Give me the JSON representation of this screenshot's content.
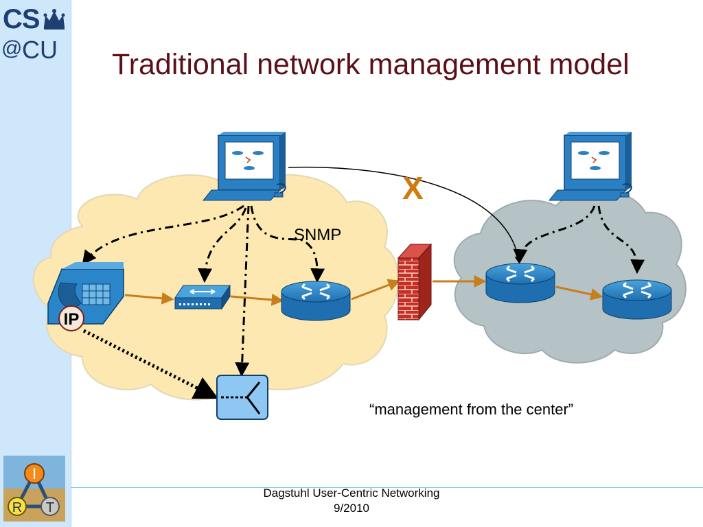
{
  "slide": {
    "title": "Traditional network management model",
    "snmp_label": "SNMP",
    "blocked_mark": "X",
    "quote": "“management from the center”",
    "footer_line1": "Dagstuhl User-Centric Networking",
    "footer_line2": "9/2010"
  },
  "logo": {
    "top_text": "CS",
    "bottom_text": "CU",
    "at_symbol": "@"
  },
  "devices": {
    "ip_phone_badge": "IP"
  },
  "irt_logo": {
    "letters": [
      "I",
      "R",
      "T"
    ]
  },
  "colors": {
    "title": "#5b0f17",
    "cloud_left": "#fce8b0",
    "cloud_right": "#b5c2c6",
    "cisco_blue": "#1f7fc0",
    "link_orange": "#c77e1c",
    "sidebar": "#cfe7fb"
  },
  "icons": [
    "management-station-icon",
    "ip-phone-icon",
    "switch-icon",
    "router-icon",
    "firewall-icon",
    "antenna-device-icon"
  ]
}
